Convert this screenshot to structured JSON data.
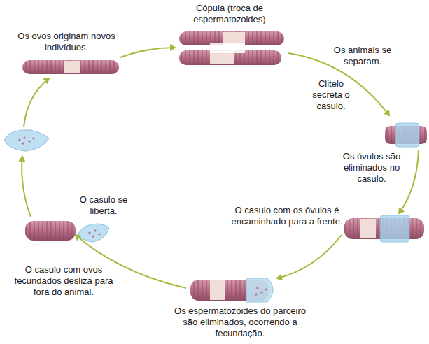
{
  "diagram": {
    "labels": [
      "Cópula (troca de espermatozoides)",
      "Os ovos originam novos indivíduos.",
      "Os animais se separam.",
      "Clitelo secreta o casulo.",
      "Os óvulos são eliminados no casulo.",
      "O casulo com os óvulos é encaminhado para a frente.",
      "O casulo se liberta.",
      "O casulo com ovos fecundados desliza para fora do animal.",
      "Os espermatozoides do parceiro são eliminados, ocorrendo a fecundação."
    ]
  }
}
